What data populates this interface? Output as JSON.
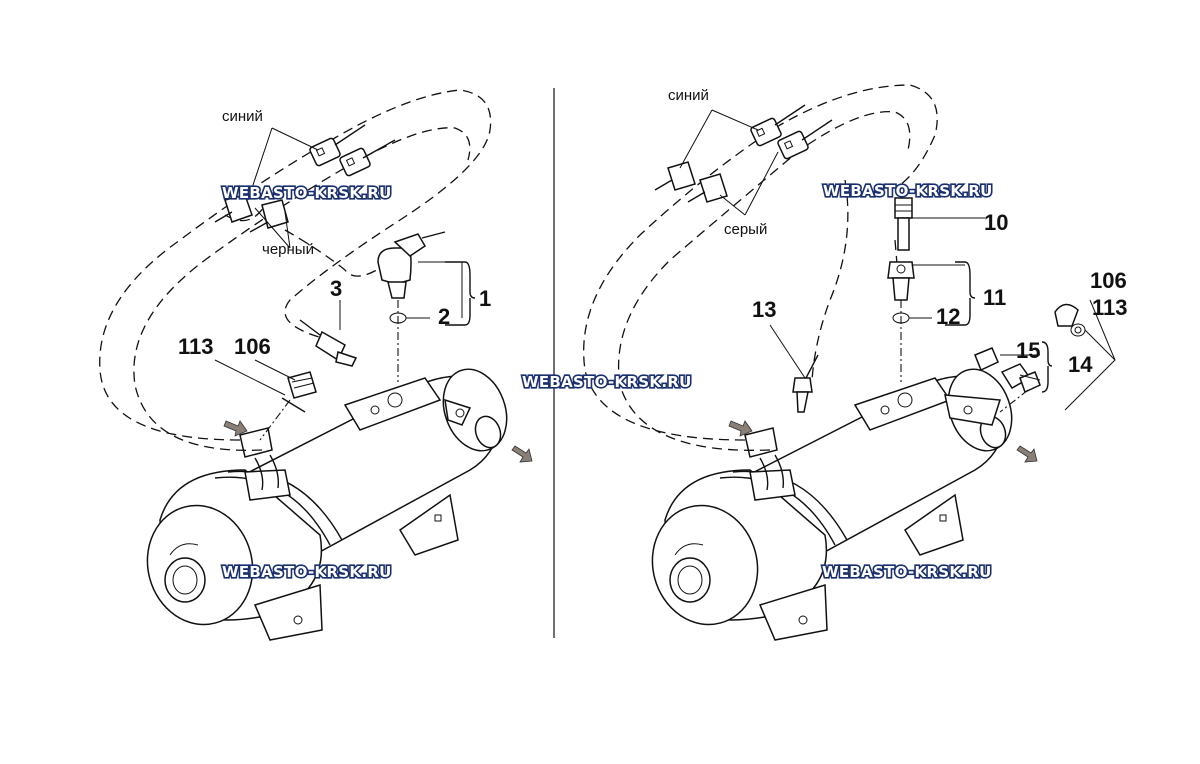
{
  "left_panel": {
    "wire_labels": {
      "blue": "синий",
      "black": "черный"
    },
    "callouts": {
      "c1": "1",
      "c2": "2",
      "c3": "3",
      "c113": "113",
      "c106": "106"
    }
  },
  "right_panel": {
    "wire_labels": {
      "blue": "синий",
      "gray": "серый"
    },
    "callouts": {
      "c10": "10",
      "c11": "11",
      "c12": "12",
      "c13": "13",
      "c14": "14",
      "c15": "15",
      "c106": "106",
      "c113": "113"
    }
  },
  "watermark": "WEBASTO-KRSK.RU",
  "colors": {
    "watermark_fill": "#ffffff",
    "watermark_outline": "#1a2f6e",
    "flow_arrow": "#8a7f77"
  }
}
